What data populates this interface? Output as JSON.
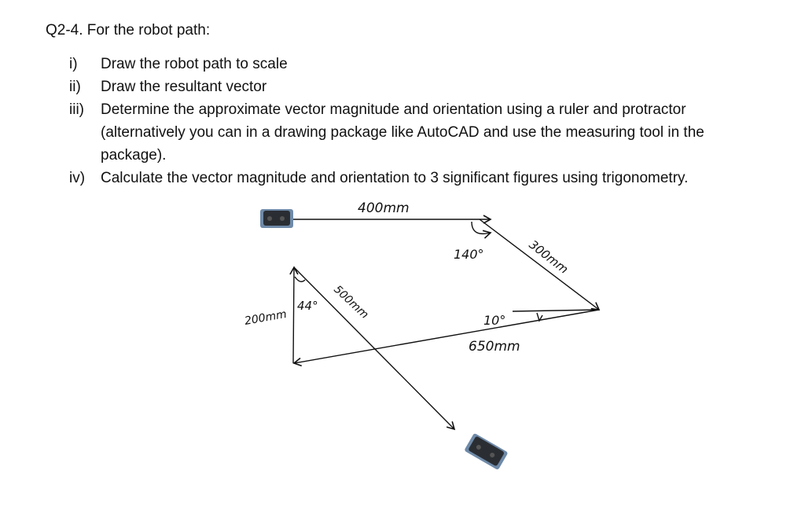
{
  "question": {
    "title": "Q2-4. For the robot path:",
    "items": [
      {
        "num": "i)",
        "text": "Draw the robot path to scale"
      },
      {
        "num": "ii)",
        "text": "Draw the resultant vector"
      },
      {
        "num": "iii)",
        "text": "Determine the approximate vector magnitude and orientation using a ruler and protractor (alternatively you can in a drawing package like AutoCAD and use the measuring tool in the package)."
      },
      {
        "num": "iv)",
        "text": "Calculate the vector magnitude and orientation to 3 significant figures using trigonometry."
      }
    ]
  },
  "diagram": {
    "labels": {
      "seg1": "400mm",
      "seg2": "300mm",
      "seg3": "650mm",
      "seg4": "200mm",
      "seg5": "500mm",
      "angle1": "140°",
      "angle2": "10°",
      "angle3": "44°"
    },
    "colors": {
      "ink": "#111111",
      "robot_body": "#2a2e33",
      "robot_shadow": "#6f8aa8"
    }
  }
}
